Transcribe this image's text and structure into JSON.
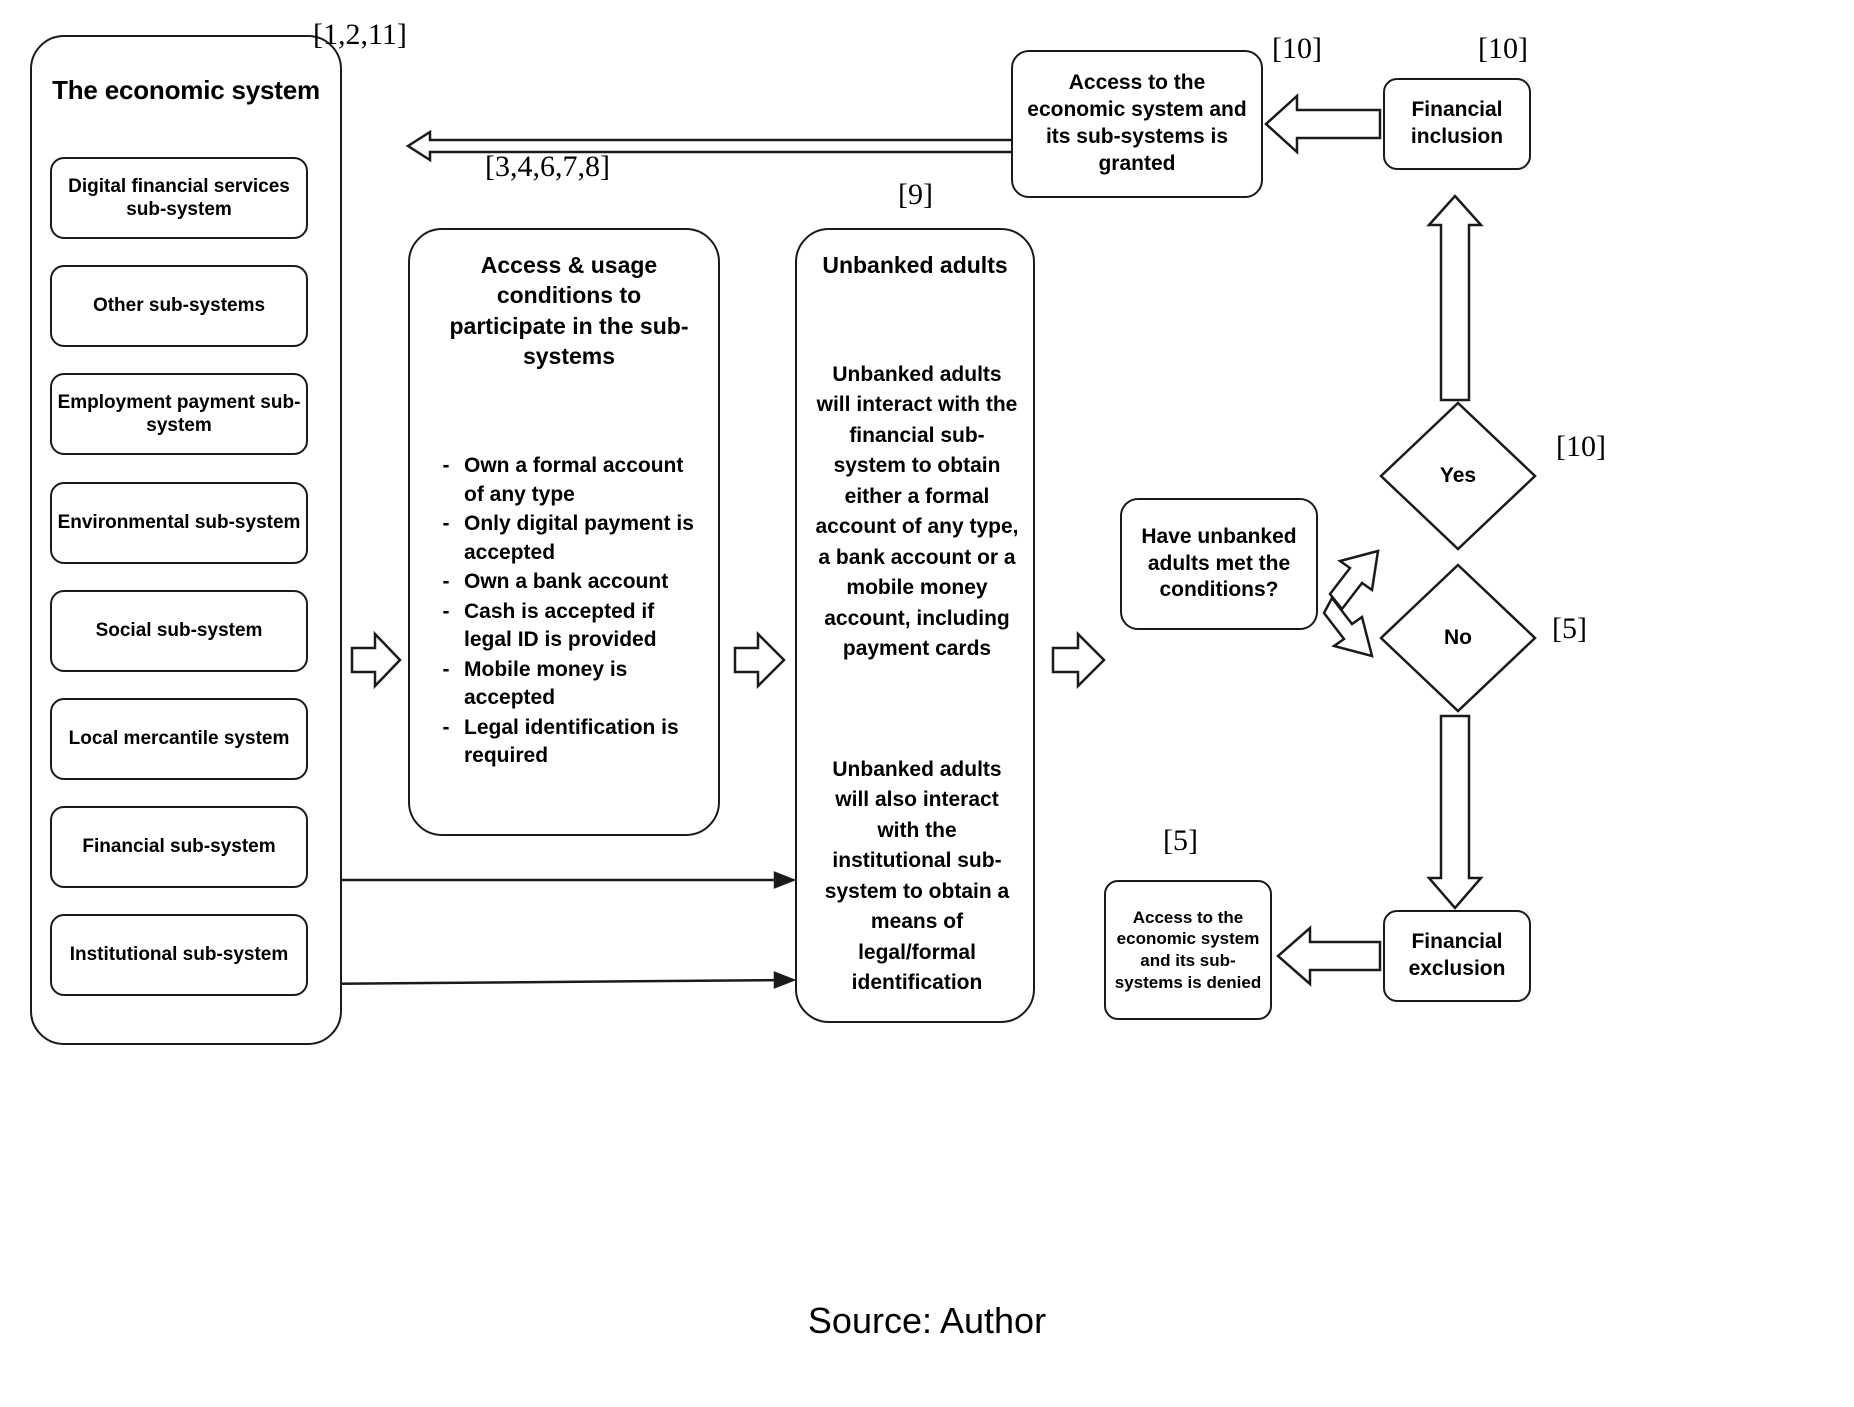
{
  "diagram": {
    "caption": "Source: Author",
    "economic_system": {
      "title": "The economic system",
      "ref": "[1,2,11]",
      "sub_systems": [
        {
          "label": "Digital financial services sub-system"
        },
        {
          "label": "Other sub-systems"
        },
        {
          "label": "Employment payment sub-system"
        },
        {
          "label": "Environmental sub-system"
        },
        {
          "label": "Social sub-system"
        },
        {
          "label": "Local mercantile system"
        },
        {
          "label": "Financial sub-system"
        },
        {
          "label": "Institutional sub-system"
        }
      ]
    },
    "conditions": {
      "ref": "[3,4,6,7,8]",
      "title": "Access & usage conditions to participate in the sub-systems",
      "dash": "-",
      "items": [
        "Own a formal account of any type",
        "Only digital payment is accepted",
        "Own a bank account",
        "Cash is accepted if legal ID is provided",
        "Mobile money is accepted",
        "Legal identification is required"
      ]
    },
    "unbanked": {
      "ref": "[9]",
      "title": "Unbanked adults",
      "paragraph_1": "Unbanked adults will interact with the financial sub-system to obtain either a formal account of any type, a bank account or a mobile money account, including payment cards",
      "paragraph_2": "Unbanked adults will also interact with the institutional sub-system to obtain a means of legal/formal identification"
    },
    "decision": {
      "question": "Have unbanked adults met the conditions?",
      "yes_label": "Yes",
      "yes_ref": "[10]",
      "no_label": "No",
      "no_ref": "[5]"
    },
    "inclusion_path": {
      "access_granted": "Access to the economic system and its sub-systems is granted",
      "access_granted_ref": "[10]",
      "financial_inclusion": "Financial inclusion",
      "financial_inclusion_ref": "[10]"
    },
    "exclusion_path": {
      "access_denied": "Access to the economic system and its sub-systems is denied",
      "access_denied_ref": "[5]",
      "financial_exclusion": "Financial exclusion"
    },
    "colors": {
      "stroke": "#1a1a1a",
      "background": "#ffffff",
      "text": "#000000"
    }
  }
}
